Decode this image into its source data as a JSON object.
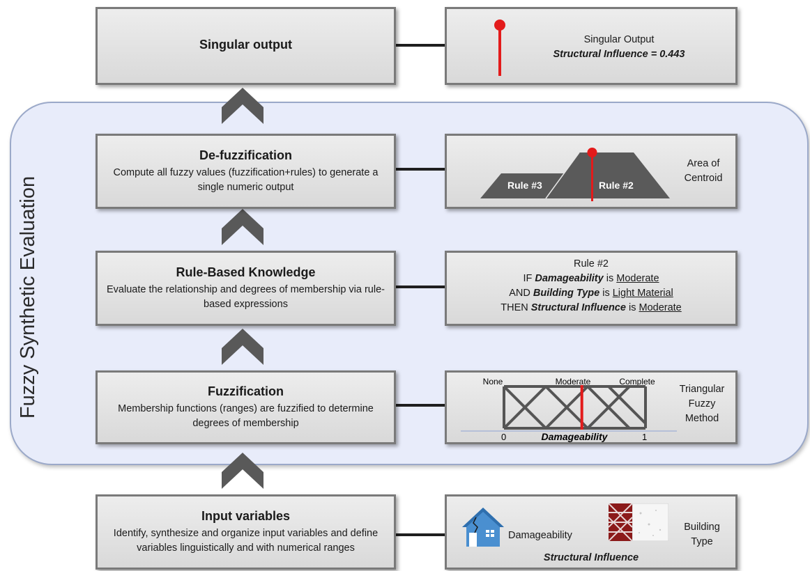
{
  "frame_title": "Fuzzy Synthetic Evaluation",
  "steps": {
    "output": {
      "title": "Singular output"
    },
    "defuzz": {
      "title": "De-fuzzification",
      "desc": "Compute all fuzzy values (fuzzification+rules) to generate a single numeric output"
    },
    "rules": {
      "title": "Rule-Based Knowledge",
      "desc": "Evaluate the relationship and degrees of membership via rule-based expressions"
    },
    "fuzz": {
      "title": "Fuzzification",
      "desc": "Membership functions (ranges) are fuzzified to determine degrees of membership"
    },
    "input": {
      "title": "Input variables",
      "desc": "Identify, synthesize and organize input variables and define variables linguistically and with numerical ranges"
    }
  },
  "examples": {
    "output": {
      "line1": "Singular Output",
      "line2": "Structural Influence = 0.443"
    },
    "defuzz": {
      "rule_left": "Rule #3",
      "rule_right": "Rule #2",
      "label_line1": "Area of",
      "label_line2": "Centroid"
    },
    "rules": {
      "heading": "Rule #2",
      "if_kw": "IF",
      "var1": "Damageability",
      "is1": "is",
      "val1": "Moderate",
      "and_kw": "AND",
      "var2": "Building Type",
      "is2": "is",
      "val2": "Light Material",
      "then_kw": "THEN",
      "var3": "Structural Influence",
      "is3": "is",
      "val3": "Moderate"
    },
    "fuzz": {
      "top_labels": [
        "None",
        "Moderate",
        "Complete"
      ],
      "axis_min": "0",
      "axis_label": "Damageability",
      "axis_max": "1",
      "method_line1": "Triangular",
      "method_line2": "Fuzzy",
      "method_line3": "Method",
      "marker_value": 0.55
    },
    "input": {
      "var1": "Damageability",
      "var2_line1": "Building",
      "var2_line2": "Type",
      "footer": "Structural Influence"
    }
  },
  "colors": {
    "accent": "#e31b1b",
    "frame_bg": "#e8ecfa",
    "dark": "#555555",
    "house": "#4a8fd0",
    "brick": "#8b1a1a"
  }
}
